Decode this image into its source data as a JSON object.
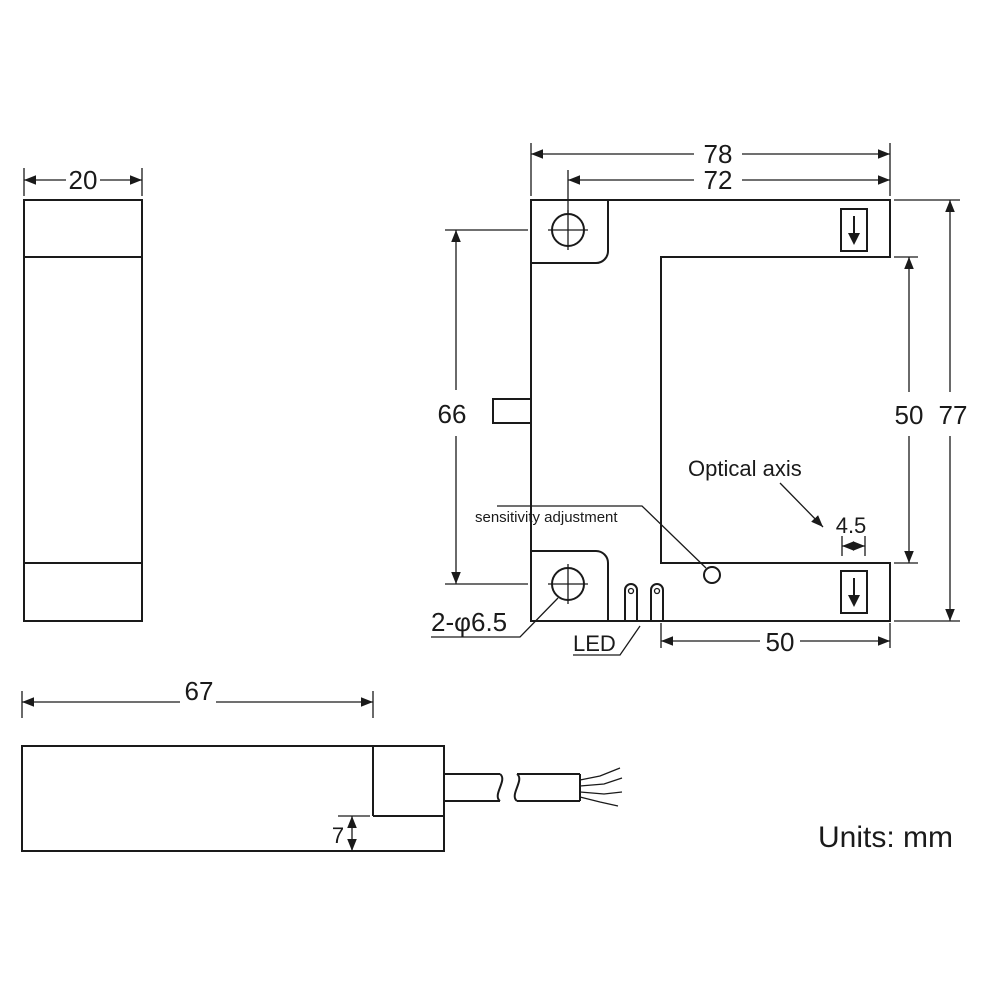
{
  "drawing": {
    "side_view": {
      "width_dim": "20"
    },
    "front_view": {
      "overall_width_dim": "78",
      "hole_spacing_horizontal_dim": "72",
      "hole_spacing_vertical_dim": "66",
      "slot_depth_dim": "50",
      "overall_height_dim": "77",
      "slot_width_dim": "50",
      "optical_axis_offset_dim": "4.5",
      "mounting_holes_label": "2-φ6.5",
      "optical_axis_label": "Optical axis",
      "sensitivity_label": "sensitivity adjustment",
      "led_label": "LED"
    },
    "bottom_view": {
      "length_dim": "67",
      "cable_offset_dim": "7"
    },
    "units_label": "Units: mm"
  }
}
